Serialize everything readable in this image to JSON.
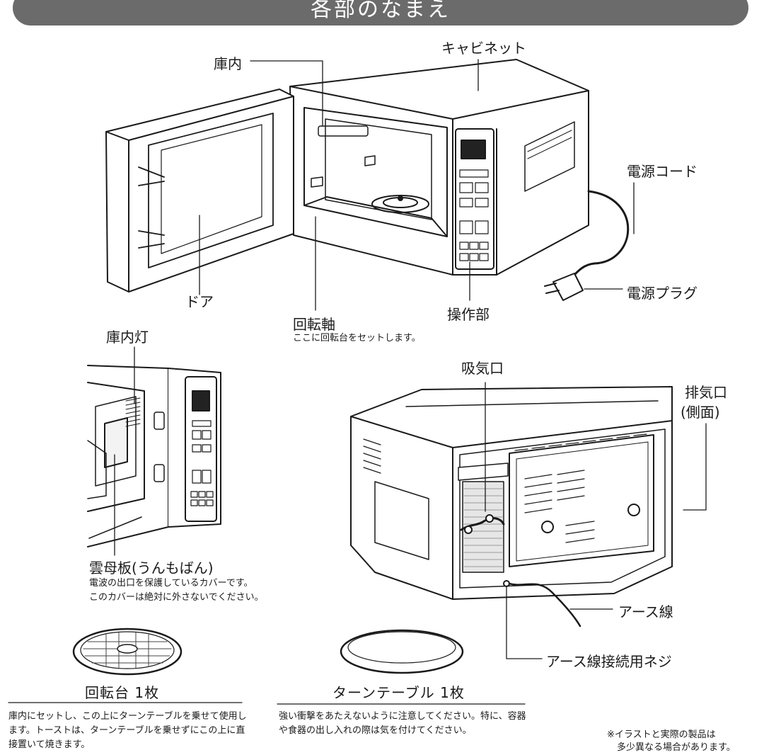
{
  "header": {
    "title": "各部のなまえ"
  },
  "front": {
    "interior": "庫内",
    "cabinet": "キャビネット",
    "power_cord": "電源コード",
    "door": "ドア",
    "power_plug": "電源プラグ",
    "control_panel": "操作部",
    "shaft": "回転軸",
    "shaft_note": "ここに回転台をセットします。"
  },
  "side": {
    "lamp": "庫内灯",
    "mica": "雲母板(うんもばん)",
    "mica_note_1": "電波の出口を保護しているカバーです。",
    "mica_note_2": "このカバーは絶対に外さないでください。"
  },
  "rear": {
    "intake": "吸気口",
    "exhaust_1": "排気口",
    "exhaust_2": "(側面)",
    "earth_wire": "アース線",
    "earth_screw": "アース線接続用ネジ"
  },
  "accessories": {
    "turntable_base": "回転台 1枚",
    "turntable_base_desc": "庫内にセットし、この上にターンテーブルを乗せて使用します。トーストは、ターンテーブルを乗せずにこの上に直接置いて焼きます。",
    "turntable": "ターンテーブル 1枚",
    "turntable_desc": "強い衝撃をあたえないように注意してください。特に、容器や食器の出し入れの際は気を付けてください。"
  },
  "footnote": {
    "line1": "※イラストと実際の製品は",
    "line2": "多少異なる場合があります。"
  }
}
